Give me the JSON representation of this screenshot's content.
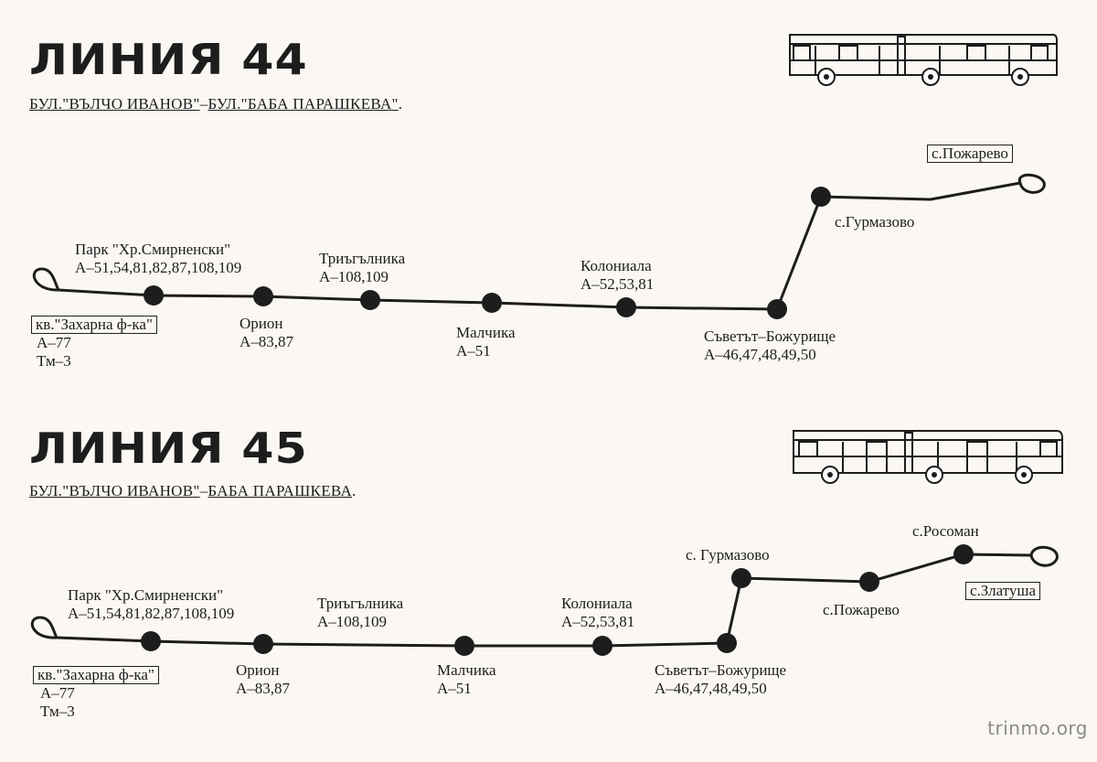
{
  "routes": [
    {
      "title": "ЛИНИЯ 44",
      "subtitle_a": "БУЛ.\"ВЪЛЧО ИВАНОВ\"",
      "subtitle_sep": "–",
      "subtitle_b": "БУЛ.\"БАБА ПАРАШКЕВА\"",
      "subtitle_end": ".",
      "terminus_start": {
        "name": "кв.\"Захарна ф-ка\"",
        "lines": [
          "А–77",
          "Тм–3"
        ]
      },
      "stops": [
        {
          "name": "Парк \"Хр.Смирненски\"",
          "lines": "А–51,54,81,82,87,108,109"
        },
        {
          "name": "Орион",
          "lines": "А–83,87"
        },
        {
          "name": "Триъгълника",
          "lines": "А–108,109"
        },
        {
          "name": "Малчика",
          "lines": "А–51"
        },
        {
          "name": "Колониала",
          "lines": "А–52,53,81"
        },
        {
          "name": "Съветът–Божурище",
          "lines": "А–46,47,48,49,50"
        },
        {
          "name": "с.Гурмазово",
          "lines": ""
        }
      ],
      "terminus_end": {
        "name": "с.Пожарево"
      }
    },
    {
      "title": "ЛИНИЯ 45",
      "subtitle_a": "БУЛ.\"ВЪЛЧО ИВАНОВ\"",
      "subtitle_sep": "–",
      "subtitle_b": "БАБА ПАРАШКЕВА",
      "subtitle_end": ".",
      "terminus_start": {
        "name": "кв.\"Захарна ф-ка\"",
        "lines": [
          "А–77",
          "Тм–3"
        ]
      },
      "stops": [
        {
          "name": "Парк \"Хр.Смирненски\"",
          "lines": "А–51,54,81,82,87,108,109"
        },
        {
          "name": "Орион",
          "lines": "А–83,87"
        },
        {
          "name": "Триъгълника",
          "lines": "А–108,109"
        },
        {
          "name": "Малчика",
          "lines": "А–51"
        },
        {
          "name": "Колониала",
          "lines": "А–52,53,81"
        },
        {
          "name": "Съветът–Божурище",
          "lines": "А–46,47,48,49,50"
        },
        {
          "name": "с. Гурмазово",
          "lines": ""
        },
        {
          "name": "с.Пожарево",
          "lines": ""
        },
        {
          "name": "с.Росоман",
          "lines": ""
        }
      ],
      "terminus_end": {
        "name": "с.Златуша"
      }
    }
  ],
  "watermark": "trinmo.org",
  "colors": {
    "ink": "#1d1d1d",
    "paper": "#fbf8f3",
    "watermark": "#8a8a8a"
  }
}
